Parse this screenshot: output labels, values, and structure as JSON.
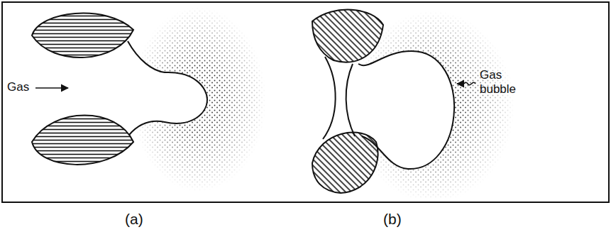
{
  "diagram": {
    "labels": [
      "Gas",
      "Gas bubble",
      "(a)",
      "(b)"
    ]
  }
}
